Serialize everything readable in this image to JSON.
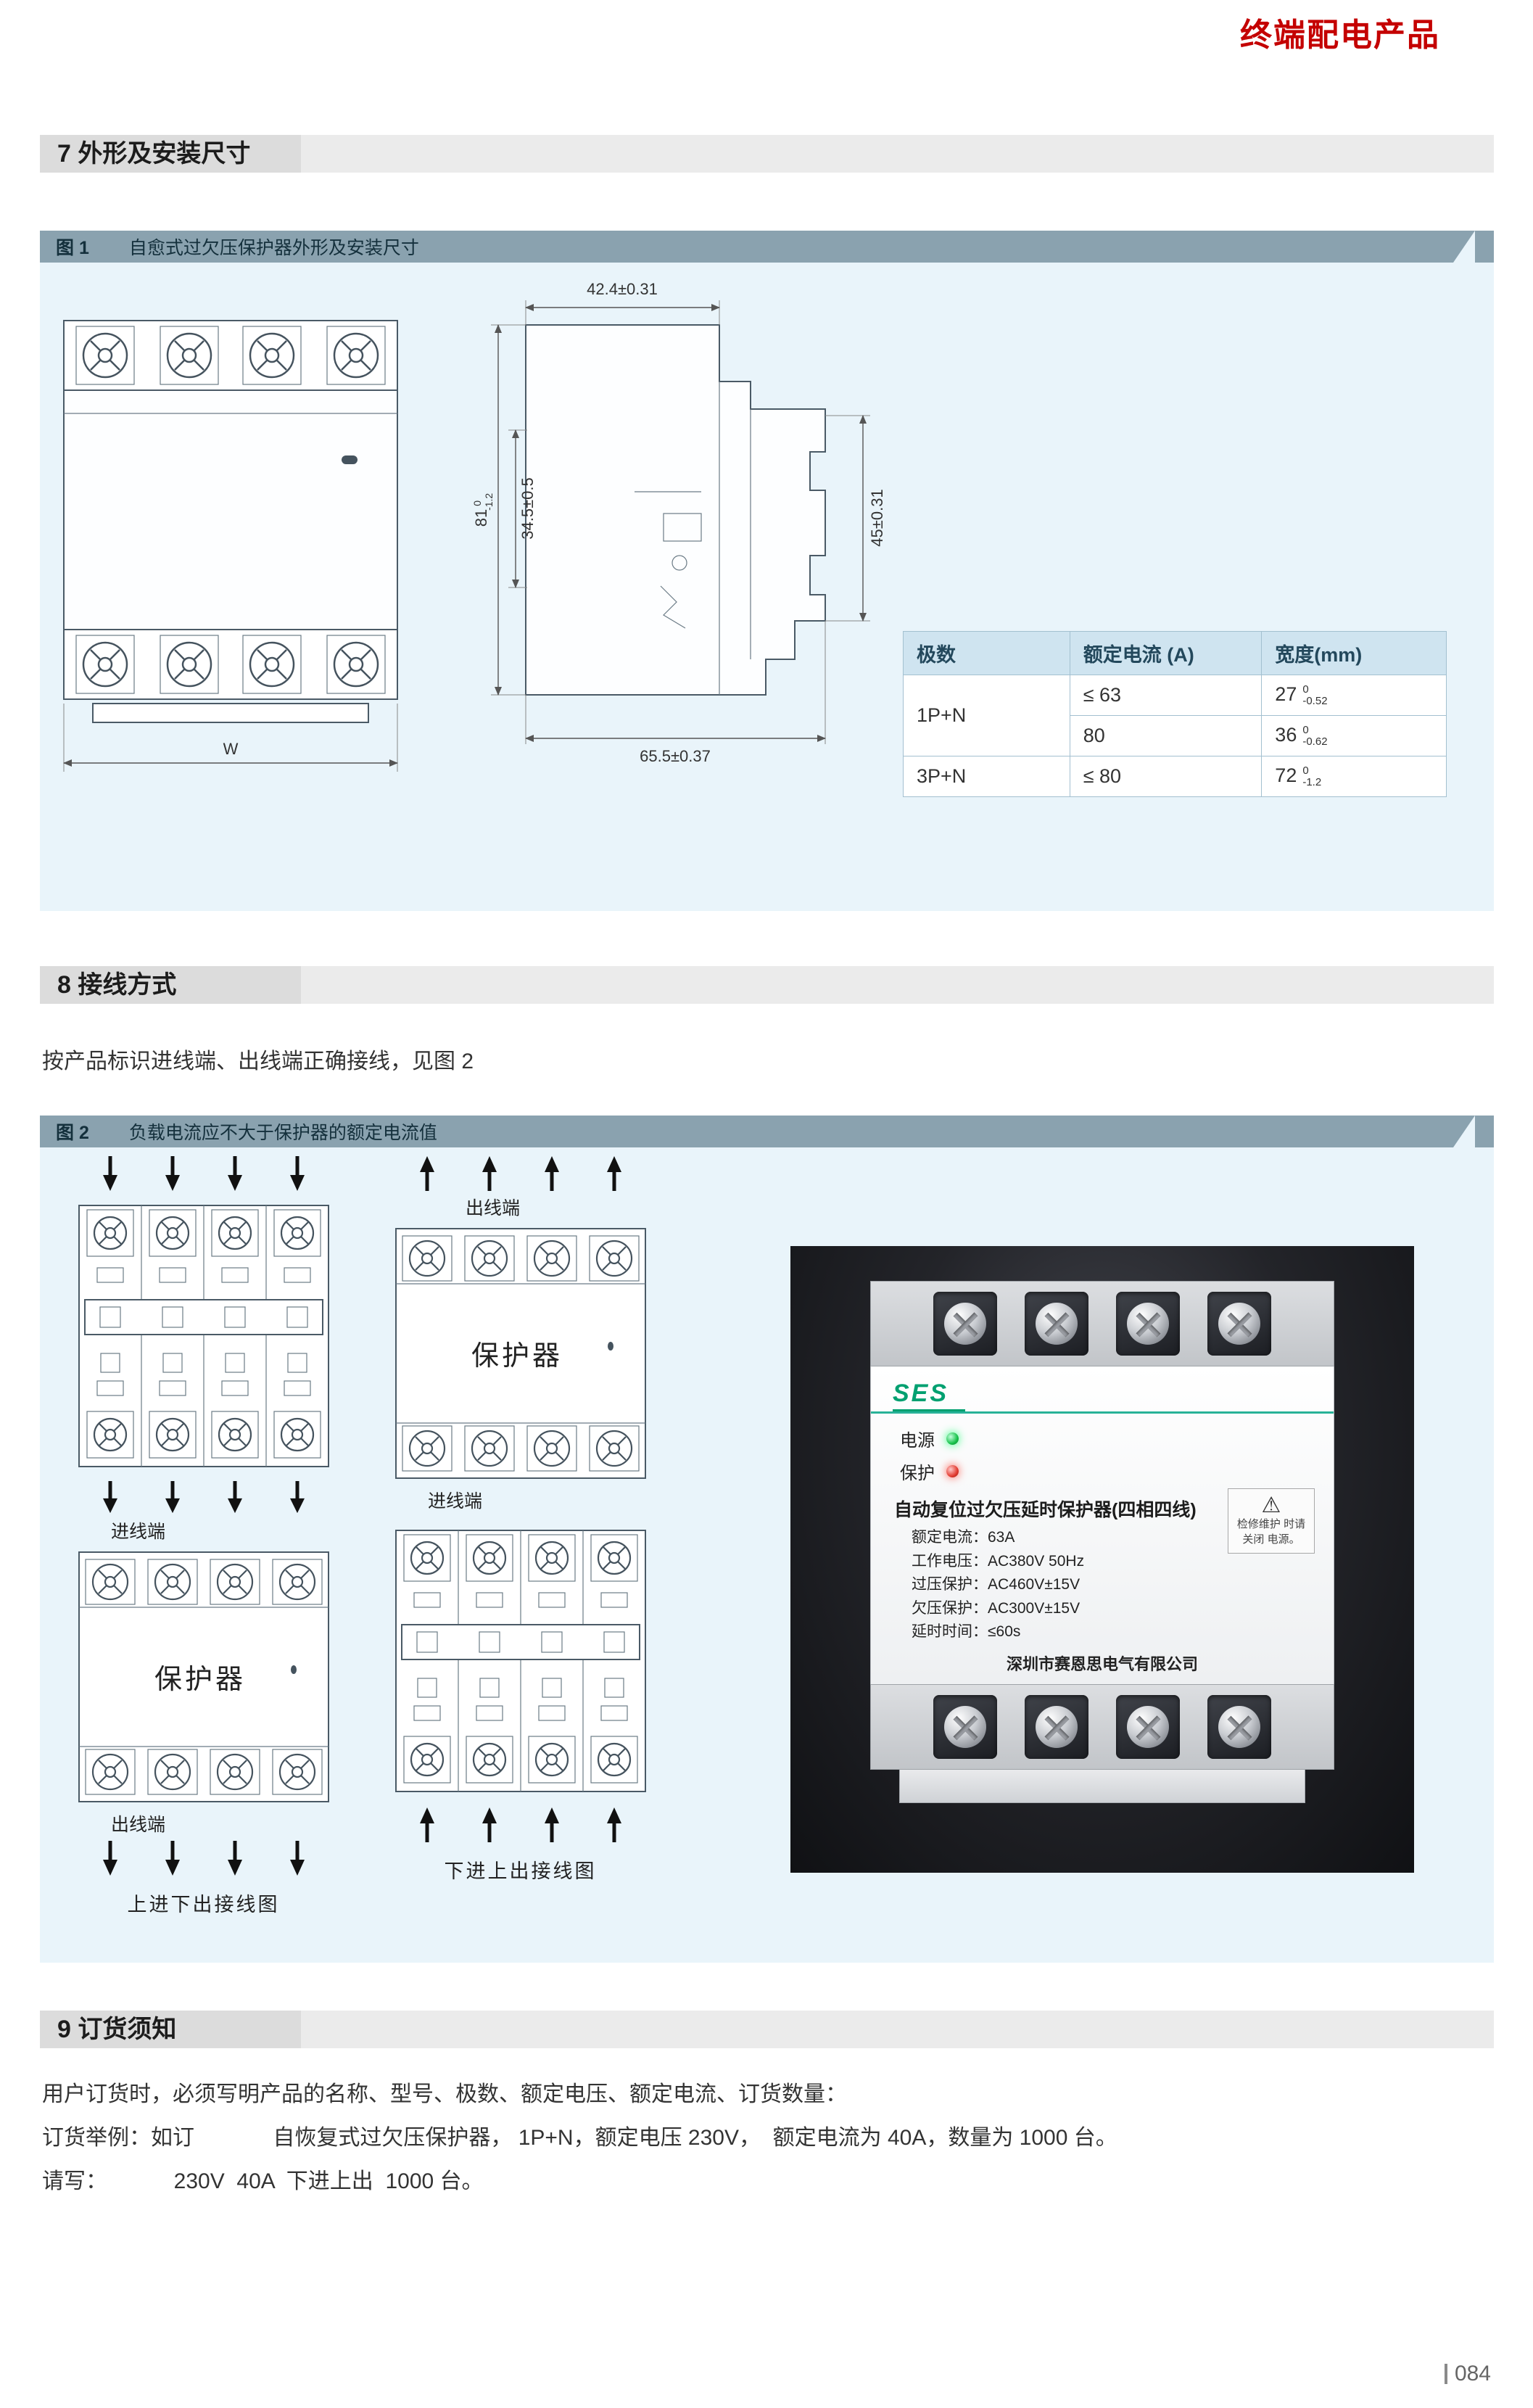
{
  "page": {
    "title": "终端配电产品",
    "page_number": "084"
  },
  "sections": {
    "s7": {
      "heading": "7 外形及安装尺寸"
    },
    "s8": {
      "heading": "8 接线方式",
      "intro": "按产品标识进线端、出线端正确接线，见图 2"
    },
    "s9": {
      "heading": "9 订货须知",
      "line1": "用户订货时，必须写明产品的名称、型号、极数、额定电压、额定电流、订货数量：",
      "line2": "订货举例：如订             自恢复式过欠压保护器， 1P+N，额定电压 230V，  额定电流为 40A，数量为 1000 台。",
      "line3": "请写：           230V  40A  下进上出  1000 台。"
    }
  },
  "figure1": {
    "label": "图 1",
    "caption": "自愈式过欠压保护器外形及安装尺寸",
    "dims": {
      "top": "42.4±0.31",
      "height": "81",
      "height_tol_up": "0",
      "height_tol_down": "-1.2",
      "mid": "34.5±0.5",
      "right": "45±0.31",
      "bottom": "65.5±0.37",
      "front_width": "W"
    },
    "table": {
      "headers": [
        "极数",
        "额定电流 (A)",
        "宽度(mm)"
      ],
      "rows": [
        {
          "pole": "1P+N",
          "current": "≤ 63",
          "width_val": "27",
          "tol_up": "0",
          "tol_down": "-0.52"
        },
        {
          "pole": "",
          "current": "80",
          "width_val": "36",
          "tol_up": "0",
          "tol_down": "-0.62"
        },
        {
          "pole": "3P+N",
          "current": "≤ 80",
          "width_val": "72",
          "tol_up": "0",
          "tol_down": "-1.2"
        }
      ]
    }
  },
  "figure2": {
    "label": "图 2",
    "caption": "负载电流应不大于保护器的额定电流值",
    "labels": {
      "inlet": "进线端",
      "outlet": "出线端",
      "protector": "保护器"
    },
    "captions": {
      "left": "上进下出接线图",
      "right": "下进上出接线图"
    },
    "photo": {
      "brand": "SES",
      "led1_label": "电源",
      "led2_label": "保护",
      "device_title": "自动复位过欠压延时保护器(四相四线)",
      "specs": [
        "额定电流：63A",
        "工作电压：AC380V  50Hz",
        "过压保护：AC460V±15V",
        "欠压保护：AC300V±15V",
        "延时时间：≤60s"
      ],
      "warning": "检修维护 时请关闭 电源。",
      "company": "深圳市赛恩思电气有限公司"
    }
  }
}
